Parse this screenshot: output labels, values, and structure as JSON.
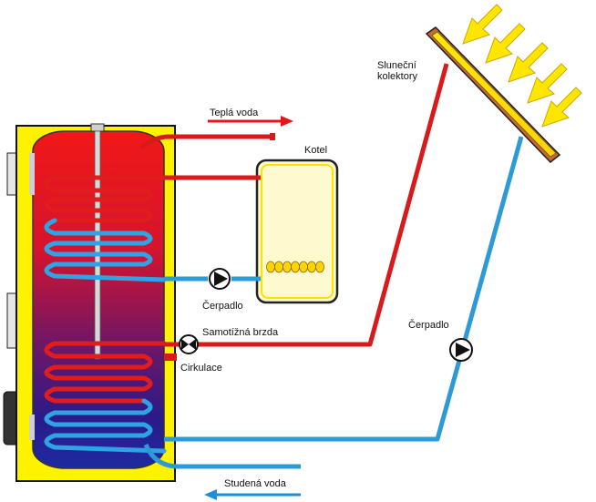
{
  "labels": {
    "hot_water": "Teplá voda",
    "boiler": "Kotel",
    "solar_collectors": "Sluneční kolektory",
    "pump_boiler": "Čerpadlo",
    "pump_solar": "Čerpadlo",
    "check_valve": "Samotížná brzda",
    "circulation": "Cirkulace",
    "cold_water": "Studená voda"
  },
  "colors": {
    "hot_pipe": "#d91a1a",
    "cold_pipe": "#2c9ad6",
    "tank_shell": "#fff200",
    "collector_frame": "#c56a2a",
    "sun_rays": "#ffe600",
    "arrow_hot": "#e8141c",
    "arrow_cold": "#1c8fd6"
  }
}
